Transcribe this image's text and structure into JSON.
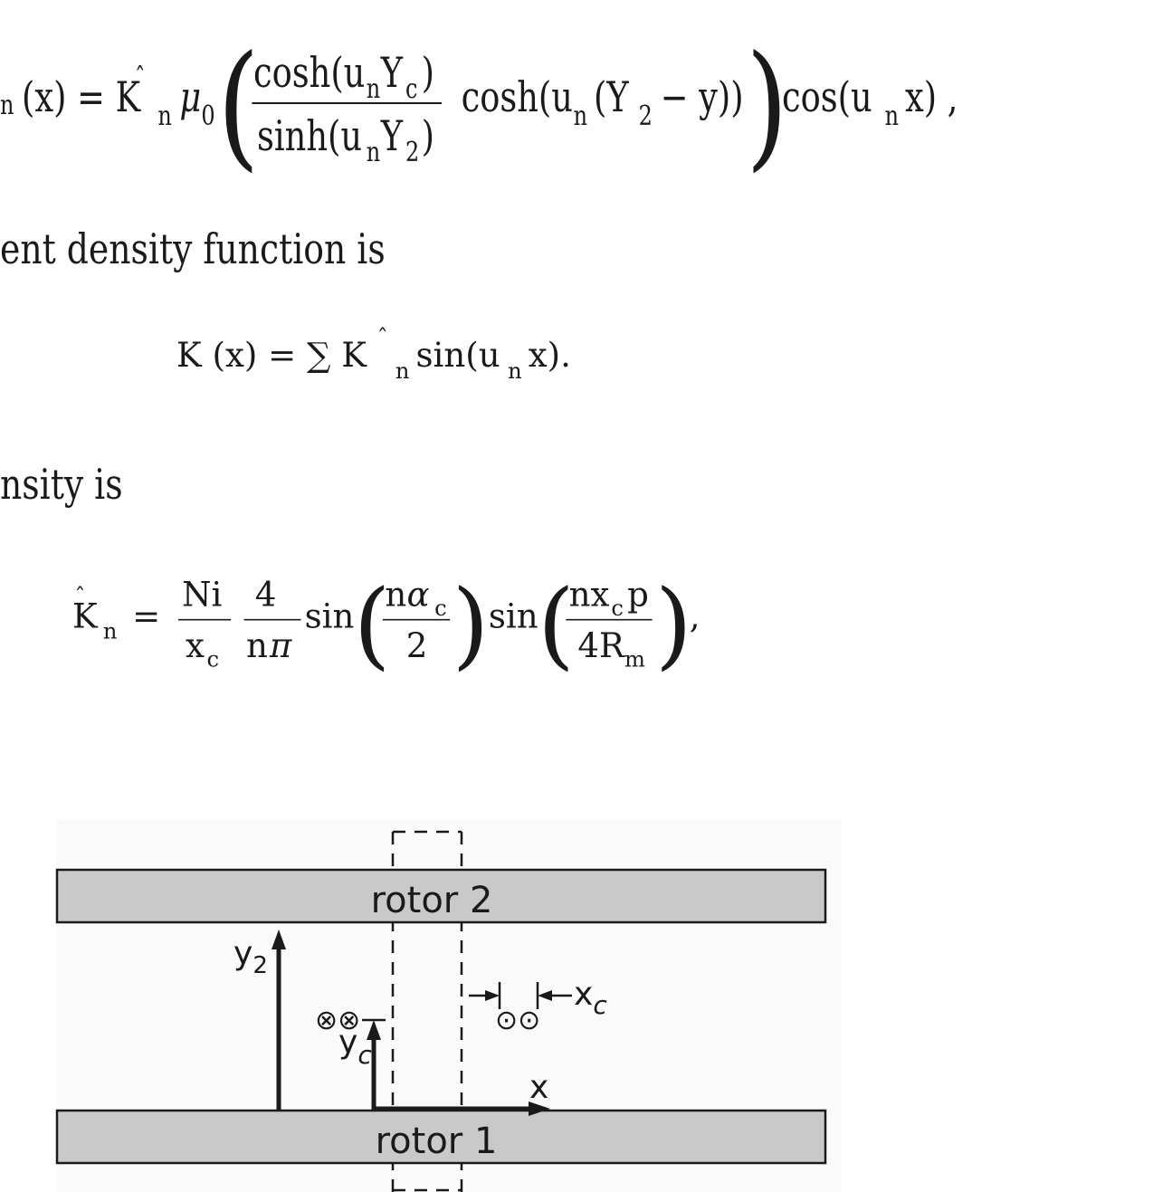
{
  "equations": {
    "eq1": "n (x) = K̂ n μ0 ( cosh(unYc) / sinh(unY2) ) cosh(un (Y2 − y)) ) cos(un x) ,",
    "eq2": "K (x) = ∑ K̂ n sin(un x).",
    "eq3": "K̂ n = (Ni / xc) (4 / nπ) sin( nαc / 2 ) sin( nxc p / 4Rm ),"
  },
  "text": {
    "line1": "ent density function is",
    "line2": "nsity is"
  },
  "diagram": {
    "rotor_top": "rotor 2",
    "rotor_bottom": "rotor 1",
    "label_y2": "y2",
    "label_yc": "yc",
    "label_x": "x",
    "label_xc": "xc",
    "symbols_into": "⊗⊗",
    "symbols_out": "⊙⊙",
    "colors": {
      "rotor_fill": "#c9c9c9",
      "background": "#fafafa",
      "ink": "#1a1a1a"
    }
  }
}
